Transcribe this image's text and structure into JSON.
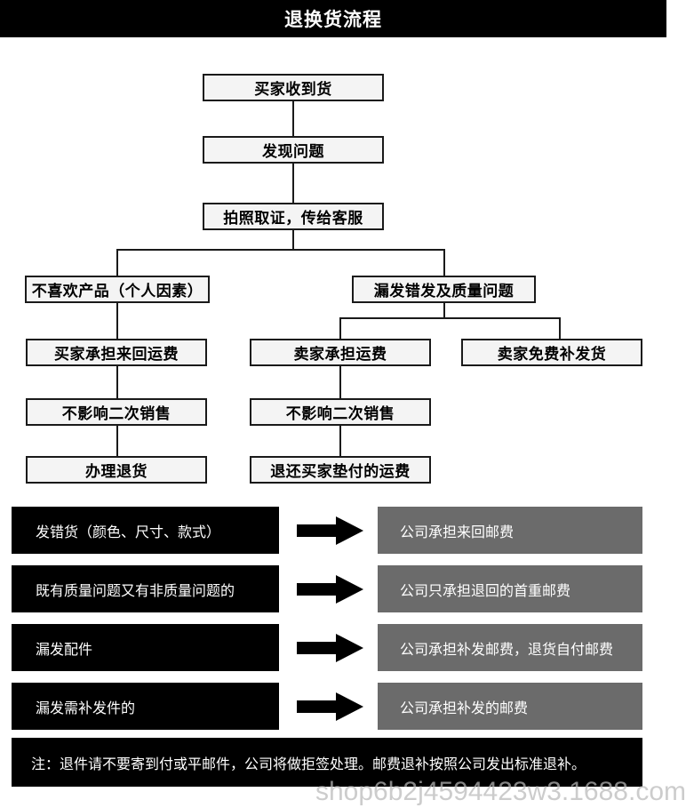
{
  "header": {
    "title": "退换货流程"
  },
  "flowchart": {
    "nodes": [
      {
        "id": "buyer-received",
        "label": "买家收到货"
      },
      {
        "id": "found-problem",
        "label": "发现问题"
      },
      {
        "id": "photo-evidence",
        "label": "拍照取证，传给客服"
      },
      {
        "id": "dislike-product",
        "label": "不喜欢产品（个人因素）"
      },
      {
        "id": "missing-wrong-quality",
        "label": "漏发错发及质量问题"
      },
      {
        "id": "buyer-pays-roundtrip",
        "label": "买家承担来回运费"
      },
      {
        "id": "seller-pays-shipping",
        "label": "卖家承担运费"
      },
      {
        "id": "seller-free-reship",
        "label": "卖家免费补发货"
      },
      {
        "id": "no-impact-resale-left",
        "label": "不影响二次销售"
      },
      {
        "id": "no-impact-resale-mid",
        "label": "不影响二次销售"
      },
      {
        "id": "process-return",
        "label": "办理退货"
      },
      {
        "id": "refund-buyer-shipping",
        "label": "退还买家垫付的运费"
      }
    ]
  },
  "policy_table": {
    "rows": [
      {
        "case": "发错货（颜色、尺寸、款式）",
        "result": "公司承担来回邮费"
      },
      {
        "case": "既有质量问题又有非质量问题的",
        "result": "公司只承担退回的首重邮费"
      },
      {
        "case": "漏发配件",
        "result": "公司承担补发邮费，退货自付邮费"
      },
      {
        "case": "漏发需补发件的",
        "result": "公司承担补发的邮费"
      }
    ],
    "arrow_icon": "right-arrow-icon"
  },
  "note": {
    "text": "注：退件请不要寄到付或平邮件，公司将做拒签处理。邮费退补按照公司发出标准退补。"
  },
  "watermark": {
    "text": "shop6b2j4594423w3.1688.com"
  },
  "colors": {
    "header_bg": "#000000",
    "box_border": "#1a1a1a",
    "box_bg": "#f4f4f4",
    "row_left_bg": "#000000",
    "row_right_bg": "#6b6b6b",
    "text_light": "#ffffff"
  }
}
